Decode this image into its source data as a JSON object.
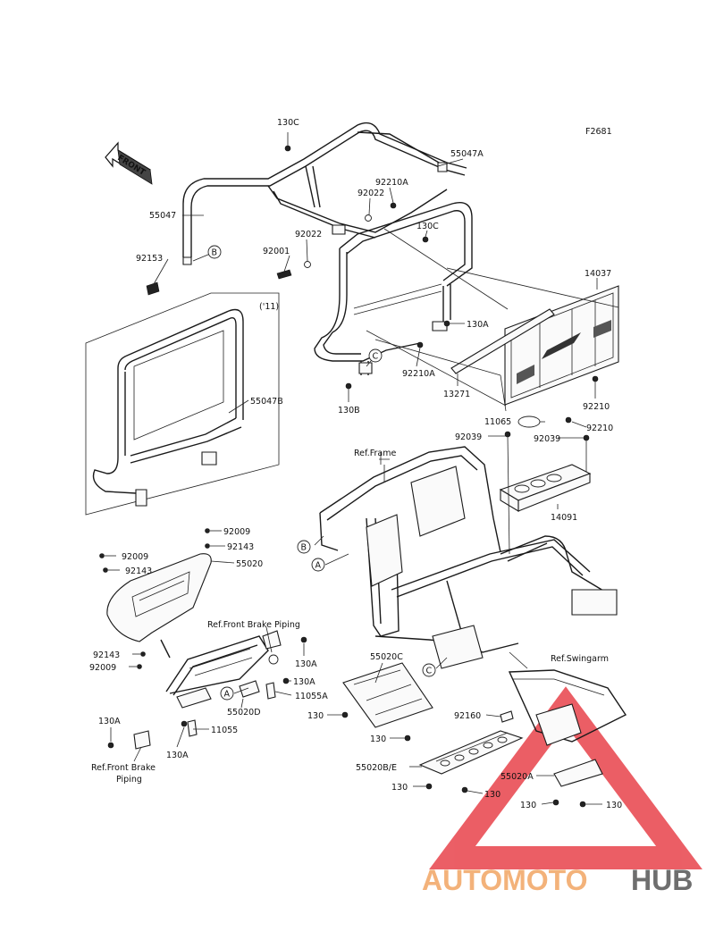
{
  "figure_code": "F2681",
  "front_arrow": "FRONT",
  "variant_note": "('11)",
  "watermark": {
    "part1": "AUTOMOTO",
    "part2": "HUB",
    "color1": "#F3B27A",
    "color2": "#6E6E6E",
    "triangle_color": "#E8434B"
  },
  "callout_letters": {
    "a": "A",
    "b": "B",
    "c": "C"
  },
  "labels": {
    "l130C_top": "130C",
    "l55047A": "55047A",
    "l92210A_top": "92210A",
    "l92022_top": "92022",
    "l55047": "55047",
    "l92022_mid": "92022",
    "l92001": "92001",
    "l130C_mid": "130C",
    "l92153": "92153",
    "l14037": "14037",
    "l130A_grab": "130A",
    "l92210A_bot": "92210A",
    "l13271": "13271",
    "l130B": "130B",
    "l55047B": "55047B",
    "l92210_a": "92210",
    "l11065": "11065",
    "l92210_b": "92210",
    "l92039_a": "92039",
    "l92039_b": "92039",
    "ref_frame": "Ref.Frame",
    "l14091": "14091",
    "l92009_a": "92009",
    "l92143_a": "92143",
    "l92009_b": "92009",
    "l92143_b": "92143",
    "l55020": "55020",
    "ref_front_brake_piping_top": "Ref.Front Brake Piping",
    "l92143_c": "92143",
    "l92009_c": "92009",
    "l130A_a": "130A",
    "l130A_b": "130A",
    "l11055A": "11055A",
    "l55020D": "55020D",
    "l130A_c": "130A",
    "l11055": "11055",
    "l130A_d": "130A",
    "ref_front_brake_piping_bottom_1": "Ref.Front Brake",
    "ref_front_brake_piping_bottom_2": "Piping",
    "l55020C": "55020C",
    "l130_a": "130",
    "l130_b": "130",
    "ref_swingarm": "Ref.Swingarm",
    "l92160": "92160",
    "l55020B_E": "55020B/E",
    "l55020A": "55020A",
    "l130_c": "130",
    "l130_d": "130",
    "l130_e": "130",
    "l130_f": "130"
  }
}
